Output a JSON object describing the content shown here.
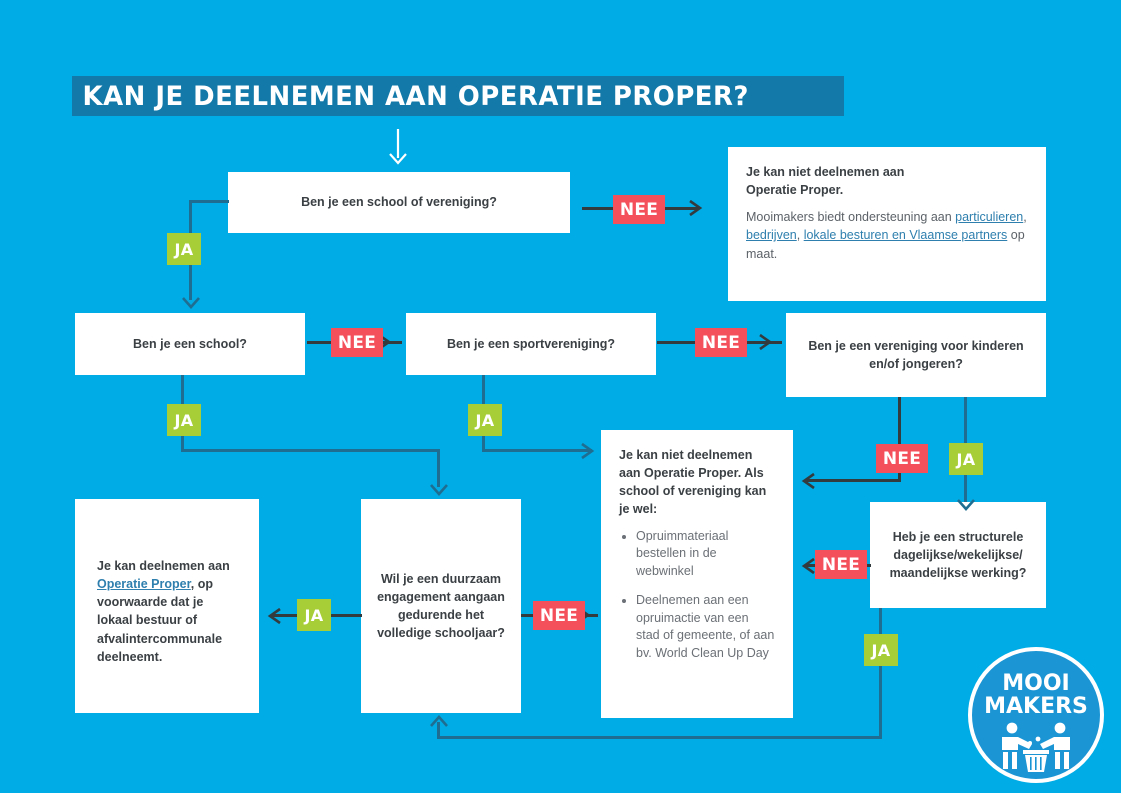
{
  "page": {
    "title": "KAN JE DEELNEMEN AAN OPERATIE PROPER?",
    "background_color": "#00ACE5",
    "title_bar_color": "#1279A9",
    "ja_color": "#A7CE37",
    "nee_color": "#F4505C",
    "line_color": "#1F6E91",
    "link_color": "#2F7FAE"
  },
  "labels": {
    "ja": "JA",
    "nee": "NEE"
  },
  "nodes": {
    "q_school_of_vereniging": "Ben je een school of vereniging?",
    "q_school": "Ben je een school?",
    "q_sportvereniging": "Ben je een sportvereniging?",
    "q_vereniging_kinderen": "Ben je een vereniging voor kinderen en/of jongeren?",
    "q_structurele_werking": "Heb je een structurele dagelijkse/wekelijkse/ maandelijkse werking?",
    "q_duurzaam_engagement": "Wil je een duurzaam engagement aangaan gedurende het volledige schooljaar?"
  },
  "result_not_participate_top": {
    "heading_line1": "Je kan niet deelnemen aan",
    "heading_line2": "Operatie Proper.",
    "body_prefix": "Mooimakers biedt ondersteuning aan ",
    "link1": "particulieren",
    "sep1": ", ",
    "link2": "bedrijven",
    "sep2": ", ",
    "link3": "lokale besturen en Vlaamse partners",
    "body_suffix": " op maat."
  },
  "result_not_participate_center": {
    "heading": "Je kan niet deelnemen aan Operatie Proper. Als school of vereniging kan je wel:",
    "bullets": [
      "Opruimmateriaal bestellen in de webwinkel",
      "Deelnemen aan een opruimactie van een stad of gemeente, of aan bv. World Clean Up Day"
    ]
  },
  "result_participate": {
    "prefix": "Je kan deelnemen aan ",
    "link": "Operatie Proper",
    "suffix": ", op voorwaarde dat je lokaal bestuur of afvalintercommunale deelneemt."
  },
  "logo": {
    "line1": "MOOI",
    "line2": "MAKERS",
    "icon": "two-people-with-bin-icon"
  },
  "icons": {
    "start_arrow": "arrow-down-icon"
  }
}
